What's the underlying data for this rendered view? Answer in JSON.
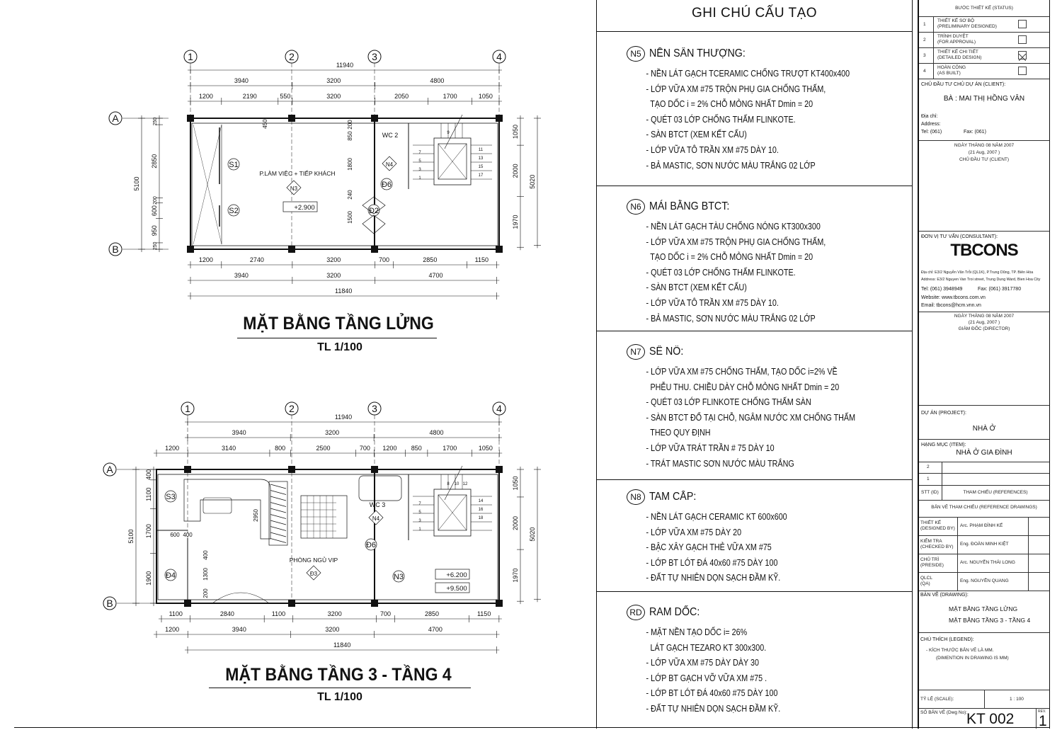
{
  "plans": [
    {
      "title": "MẶT BẰNG TẦNG LỬNG",
      "scale": "TL 1/100",
      "grid_cols": [
        "1",
        "2",
        "3",
        "4"
      ],
      "grid_rows": [
        "A",
        "B"
      ],
      "dims": {
        "top1": [
          "11940"
        ],
        "top2": [
          "3940",
          "3200",
          "4800"
        ],
        "top3": [
          "1200",
          "2190",
          "550",
          "3200",
          "2050",
          "1700",
          "1050"
        ],
        "bottom1": [
          "1200",
          "2740",
          "3200",
          "700",
          "2850",
          "1150"
        ],
        "bottom2": [
          "3940",
          "3200",
          "4700"
        ],
        "bottom3": [
          "11840"
        ],
        "left_outer": [
          "5100"
        ],
        "left_inner": [
          "250",
          "2850",
          "200",
          "600",
          "950",
          "250"
        ],
        "right_inner": [
          "1050",
          "2000",
          "1970"
        ],
        "right_outer": [
          "5020"
        ],
        "misc": [
          "450",
          "200",
          "850",
          "1800",
          "240",
          "1500"
        ]
      },
      "rooms": [
        "P.LÀM VIỆC + TIẾP KHÁCH",
        "WC 2"
      ],
      "tags": [
        "S1",
        "S2",
        "N3",
        "N4",
        "Đ6",
        "Đ2"
      ],
      "levels": [
        "+2.900"
      ],
      "stair_numbers": [
        "1",
        "3",
        "5",
        "7",
        "9",
        "11",
        "13",
        "15",
        "17"
      ]
    },
    {
      "title": "MẶT BẰNG TẦNG 3 - TẦNG 4",
      "scale": "TL 1/100",
      "grid_cols": [
        "1",
        "2",
        "3",
        "4"
      ],
      "grid_rows": [
        "A",
        "B"
      ],
      "dims": {
        "top1": [
          "11940"
        ],
        "top2": [
          "3940",
          "3200",
          "4800"
        ],
        "top3": [
          "1200",
          "3140",
          "800",
          "2500",
          "700",
          "1200",
          "850",
          "1700",
          "1050"
        ],
        "bottom1": [
          "1100",
          "2840",
          "1100",
          "3200",
          "700",
          "2850",
          "1150"
        ],
        "bottom2": [
          "1200",
          "3940",
          "3200",
          "4700"
        ],
        "bottom3": [
          "11840"
        ],
        "left_outer": [
          "5100"
        ],
        "left_inner": [
          "400",
          "1100",
          "1700",
          "1900"
        ],
        "right_inner": [
          "1050",
          "2000",
          "1970"
        ],
        "right_outer": [
          "5020"
        ],
        "misc": [
          "2950",
          "600",
          "400",
          "400",
          "1300",
          "200"
        ]
      },
      "rooms": [
        "PHÒNG NGỦ VIP",
        "WC 3"
      ],
      "tags": [
        "S3",
        "N4",
        "Đ6",
        "Đ4",
        "N3",
        "Đ3"
      ],
      "levels": [
        "+6.200",
        "+9.500"
      ],
      "stair_numbers": [
        "1",
        "3",
        "5",
        "7",
        "8",
        "10",
        "12",
        "14",
        "16",
        "18"
      ]
    }
  ],
  "notes": {
    "title": "GHI CHÚ CẤU TẠO",
    "sections": [
      {
        "tag": "N5",
        "title": "NỀN SÂN THƯỢNG:",
        "lines": [
          "- NỀN LÁT GẠCH TCERAMIC CHỐNG TRƯỢT KT400x400",
          "- LỚP VỮA XM #75 TRỘN PHỤ GIA CHỐNG THẤM,",
          "  TẠO DỐC i = 2% CHỖ MỎNG NHẤT Dmin = 20",
          "- QUÉT 03 LỚP CHỐNG THẤM FLINKOTE.",
          "- SÀN BTCT (XEM KẾT CẤU)",
          "- LỚP VỮA TÔ TRẦN XM #75 DÀY 10.",
          "- BẢ MASTIC, SƠN NƯỚC MÀU TRẮNG 02 LỚP"
        ]
      },
      {
        "tag": "N6",
        "title": "MÁI BẰNG BTCT:",
        "lines": [
          "- NỀN LÁT GẠCH TÀU CHỐNG NÓNG KT300x300",
          "- LỚP VỮA XM #75 TRỘN PHỤ GIA CHỐNG THẤM,",
          "  TẠO DỐC i = 2% CHỖ MỎNG NHẤT Dmin = 20",
          "- QUÉT 03 LỚP CHỐNG THẤM FLINKOTE.",
          "- SÀN BTCT (XEM KẾT CẤU)",
          "- LỚP VỮA TÔ TRẦN XM #75 DÀY 10.",
          "- BẢ MASTIC, SƠN NƯỚC MÀU TRẮNG 02 LỚP"
        ]
      },
      {
        "tag": "N7",
        "title": "SÊ NÔ:",
        "lines": [
          "- LỚP VỮA XM #75 CHỐNG THẤM, TẠO DỐC i=2% VỀ",
          "  PHỄU THU. CHIỀU DÀY CHỖ MỎNG NHẤT Dmin = 20",
          "- QUÉT 03 LỚP FLINKOTE CHỐNG THẤM SÀN",
          "- SÀN BTCT ĐỔ TẠI CHỖ, NGÂM NƯỚC XM CHỐNG THẤM",
          "  THEO QUY ĐỊNH",
          "- LỚP VỮA TRÁT TRẦN # 75 DÀY 10",
          "- TRÁT MASTIC SƠN NƯỚC MÀU TRẮNG"
        ]
      },
      {
        "tag": "N8",
        "title": "TAM CẤP:",
        "lines": [
          "- NỀN LÁT GẠCH CERAMIC KT 600x600",
          "- LỚP VỮA XM #75 DÀY 20",
          "- BẬC XÂY GẠCH THẺ VỮA XM #75",
          "- LỚP BT LÓT ĐÁ 40x60 #75 DÀY 100",
          "- ĐẤT TỰ NHIÊN DỌN SẠCH ĐẦM KỸ."
        ]
      },
      {
        "tag": "RD",
        "title": "RAM DỐC:",
        "lines": [
          "- MẶT NỀN TẠO DỐC i= 26%",
          "  LÁT GẠCH TEZARO KT 300x300.",
          "- LỚP VỮA XM #75 DÀY DÀY 30",
          "- LỚP BT GẠCH VỠ VỮA XM #75 .",
          "- LỚP BT LÓT ĐÁ 40x60 #75 DÀY 100",
          "- ĐẤT TỰ NHIÊN DỌN SẠCH ĐẦM KỸ."
        ]
      }
    ]
  },
  "title_block": {
    "status_header": "BƯỚC THIẾT KẾ (STATUS)",
    "status": [
      {
        "no": "1",
        "vn": "THIẾT KẾ SƠ BỘ",
        "en": "(PRELIMINARY DESIGNED)",
        "checked": false
      },
      {
        "no": "2",
        "vn": "TRÌNH DUYỆT",
        "en": "(FOR APPROVAL)",
        "checked": false
      },
      {
        "no": "3",
        "vn": "THIẾT KẾ CHI TIẾT",
        "en": "(DETAILED DESIGN)",
        "checked": true
      },
      {
        "no": "4",
        "vn": "HOÀN CÔNG",
        "en": "(AS BUILT)",
        "checked": false
      }
    ],
    "client_label": "CHỦ ĐẦU TƯ CHỦ DỰ ÁN (CLIENT):",
    "client_name": "BÀ  :  MAI THỊ HỒNG VÂN",
    "client_address_vn": "Địa chỉ:",
    "client_address_en": "Address:",
    "client_tel": "Tel: (061)",
    "client_fax": "Fax: (061)",
    "client_date1": "NGÀY    THÁNG 08 NĂM 2007",
    "client_date2": "(21   Aug, 2007 )",
    "client_sign": "CHỦ ĐẦU TƯ (CLIENT)",
    "consultant_label": "ĐƠN VỊ TƯ VẤN (CONSULTANT):",
    "logo": "TBCONS",
    "consultant_addr_vn": "Địa chỉ: E3/2 Nguyễn Văn Trỗi (QL1K), P.Trung Dũng, TP. Biên Hòa",
    "consultant_addr_en": "Address: E3/2 Nguyen Van Troi street, Trung Dung Ward, Bien Hoa City",
    "consultant_tel": "Tel: (061) 3948949",
    "consultant_fax": "Fax: (061) 3917780",
    "consultant_web": "Website: www.tbcons.com.vn",
    "consultant_email": "Email: tbcons@hcm.vnn.vn",
    "consultant_date1": "NGÀY    THÁNG 08 NĂM 2007",
    "consultant_date2": "(21   Aug, 2007 )",
    "consultant_sign": "GIÁM ĐỐC (DIRECTOR)",
    "project_label": "DỰ ÁN (PROJECT):",
    "project_name": "NHÀ Ở",
    "item_label": "HẠNG MỤC (ITEM):",
    "item_name": "NHÀ Ở GIA ĐÌNH",
    "ref_rows": [
      "2",
      "1"
    ],
    "ref_stt": "STT (ID)",
    "ref_header": "THAM CHIẾU  (REFERENCES)",
    "ref_drawings": "BẢN VẼ THAM CHIẾU (REFERENCE DRAWINGS)",
    "people": [
      {
        "role_vn": "THIẾT KẾ",
        "role_en": "(DESIGNED BY)",
        "name": "Arc. PHẠM ĐÌNH KẾ"
      },
      {
        "role_vn": "KIỂM TRA",
        "role_en": "(CHECKED BY)",
        "name": "Eng. ĐOÀN MINH KIỆT"
      },
      {
        "role_vn": "CHỦ TRÌ",
        "role_en": "(PRESIDE)",
        "name": "Arc. NGUYỄN THÁI LONG"
      },
      {
        "role_vn": "QLCL",
        "role_en": "(QA)",
        "name": "Eng. NGUYỄN QUANG"
      }
    ],
    "drawing_label": "BẢN VẼ (DRAWING):",
    "drawing_names": [
      "MẶT BẰNG TẦNG LỬNG",
      "MẶT BẰNG TẦNG 3 - TẦNG 4"
    ],
    "legend_label": "CHÚ THÍCH (LEGEND):",
    "legend_lines": [
      "- KÍCH THƯỚC BẢN VẼ LÀ MM.",
      "(DIMENTION IN DRAWING IS MM)"
    ],
    "scale_label": "TỶ LỆ (SCALE):",
    "scale_value": "1 : 100",
    "dwg_no_label": "SỐ BẢN VẼ (Dwg No):",
    "dwg_no": "KT 002",
    "rev_label": "REV.",
    "rev": "1"
  }
}
